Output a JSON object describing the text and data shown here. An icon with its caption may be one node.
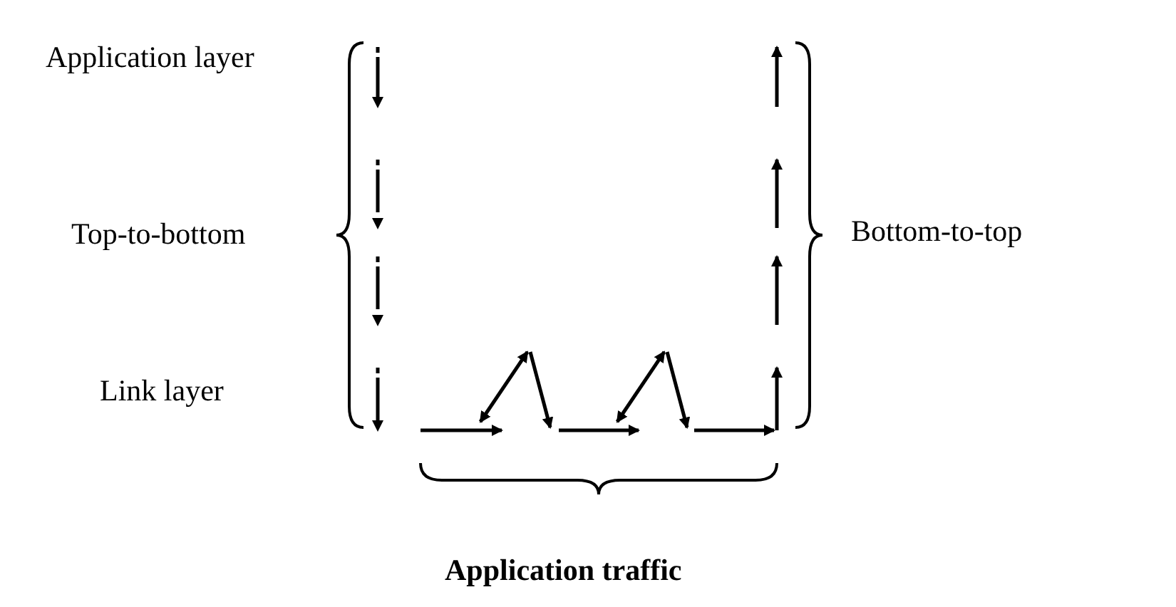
{
  "diagram": {
    "labels": [
      "Application layer",
      "Top-to-bottom",
      "Bottom-to-top",
      "Link layer",
      "Application traffic"
    ]
  }
}
